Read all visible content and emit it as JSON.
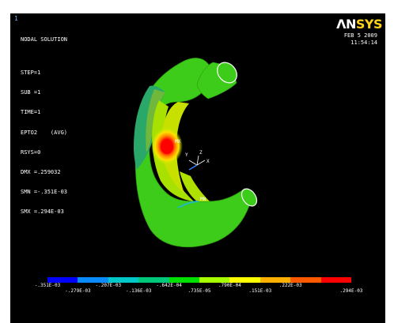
{
  "window_number": "1",
  "logo": {
    "part1": "ΛN",
    "part2": "SYS"
  },
  "date": "FEB  5 2009",
  "time": "11:54:14",
  "info_lines": [
    "NODAL SOLUTION",
    "",
    "STEP=1",
    "SUB =1",
    "TIME=1",
    "EPTO2    (AVG)",
    "RSYS=0",
    "DMX =.259032",
    "SMN =-.351E-03",
    "SMX =.294E-03"
  ],
  "markers": {
    "max": "MX",
    "min": "MN"
  },
  "triad": {
    "x": "X",
    "y": "Y",
    "z": "Z"
  },
  "legend": {
    "colors": [
      "#0000ff",
      "#0a8cff",
      "#00c8c8",
      "#00c87a",
      "#00e000",
      "#a8ff00",
      "#ffff00",
      "#ffb000",
      "#ff5a00",
      "#ff0000"
    ],
    "top_labels": [
      "-.351E-03",
      "-.207E-03",
      "-.642E-04",
      ".790E-04",
      ".222E-03"
    ],
    "bottom_labels": [
      "-.279E-03",
      "-.136E-03",
      ".735E-05",
      ".151E-03",
      ".294E-03"
    ]
  }
}
